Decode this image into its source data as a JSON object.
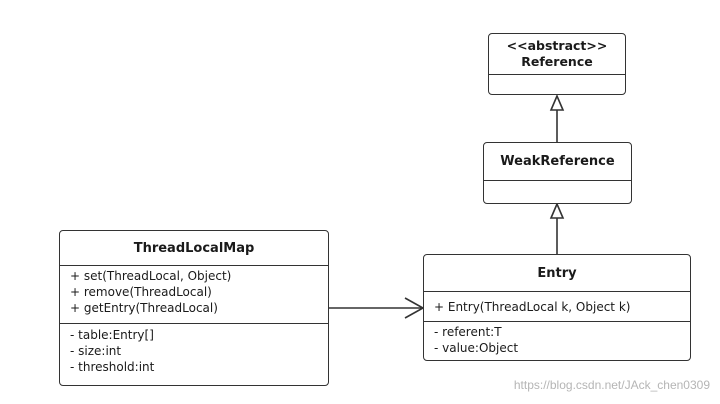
{
  "classes": {
    "reference": {
      "stereotype": "<<abstract>>",
      "name": "Reference"
    },
    "weak_reference": {
      "name": "WeakReference"
    },
    "thread_local_map": {
      "name": "ThreadLocalMap",
      "methods": [
        "+ set(ThreadLocal, Object)",
        "+ remove(ThreadLocal)",
        "+ getEntry(ThreadLocal)"
      ],
      "fields": [
        "- table:Entry[]",
        "- size:int",
        "- threshold:int"
      ]
    },
    "entry": {
      "name": "Entry",
      "methods": [
        "+ Entry(ThreadLocal k, Object k)"
      ],
      "fields": [
        "- referent:T",
        "- value:Object"
      ]
    }
  },
  "watermark": "https://blog.csdn.net/JAck_chen0309"
}
